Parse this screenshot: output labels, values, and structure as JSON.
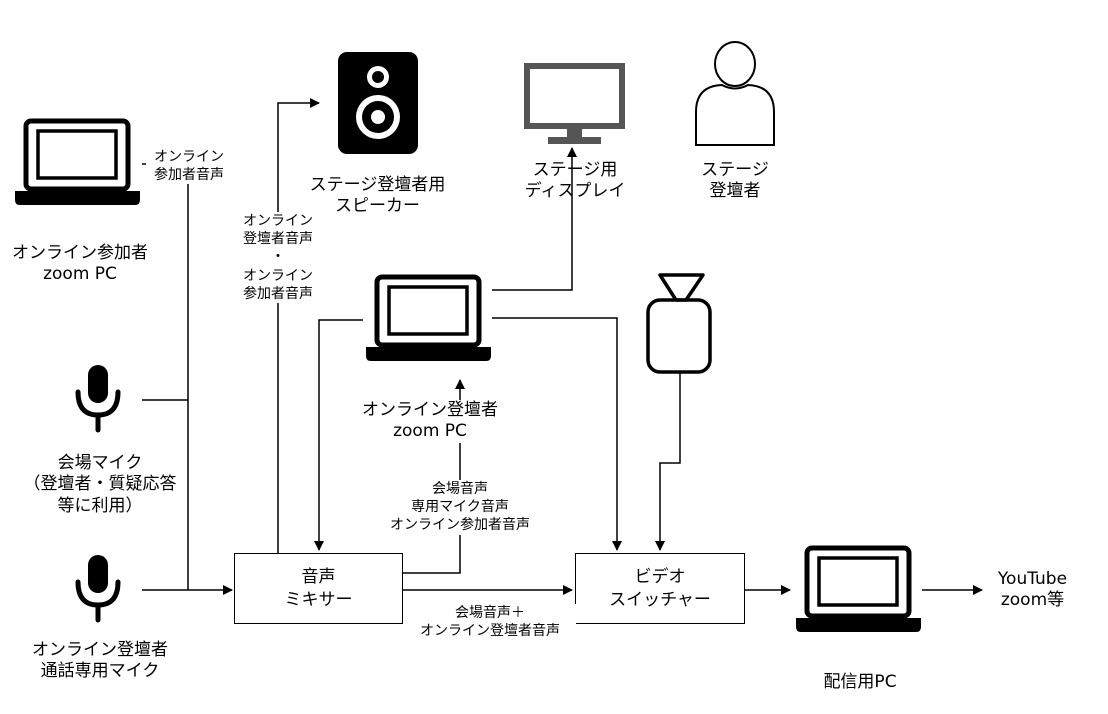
{
  "labels": {
    "online_participant_pc": "オンライン参加者\nzoom PC",
    "venue_mic": "会場マイク\n（登壇者・質疑応答\n等に利用）",
    "online_presenter_mic": "オンライン登壇者\n通話専用マイク",
    "online_participant_audio": "オンライン\n参加者音声",
    "stage_speaker": "ステージ登壇者用\nスピーカー",
    "speaker_feed": "オンライン\n登壇者音声\n・\nオンライン\n参加者音声",
    "stage_display": "ステージ用\nディスプレイ",
    "stage_presenter": "ステージ\n登壇者",
    "online_presenter_pc": "オンライン登壇者\nzoom PC",
    "pc_feed": "会場音声\n専用マイク音声\nオンライン参加者音声",
    "mixer_to_switcher": "会場音声＋\nオンライン登壇者音声",
    "mixer": "音声\nミキサー",
    "switcher": "ビデオ\nスイッチャー",
    "streaming_pc": "配信用PC",
    "output": "YouTube\nzoom等"
  },
  "icons": {
    "laptop": "laptop-icon",
    "microphone": "microphone-icon",
    "speaker": "speaker-icon",
    "monitor": "monitor-icon",
    "person": "person-icon",
    "camera": "video-camera-icon"
  }
}
